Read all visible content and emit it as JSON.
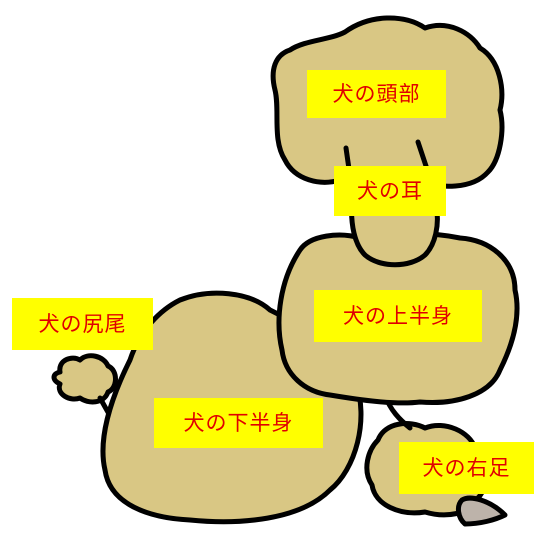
{
  "colors": {
    "body_fill": "#d9c784",
    "outline": "#000000",
    "tail_fill": "#bdb3aa",
    "label_bg": "#ffff00",
    "label_text": "#e00000"
  },
  "labels": {
    "head": "犬の頭部",
    "ear": "犬の耳",
    "upper_body": "犬の上半身",
    "tail": "犬の尻尾",
    "lower_body": "犬の下半身",
    "right_leg": "犬の右足"
  }
}
